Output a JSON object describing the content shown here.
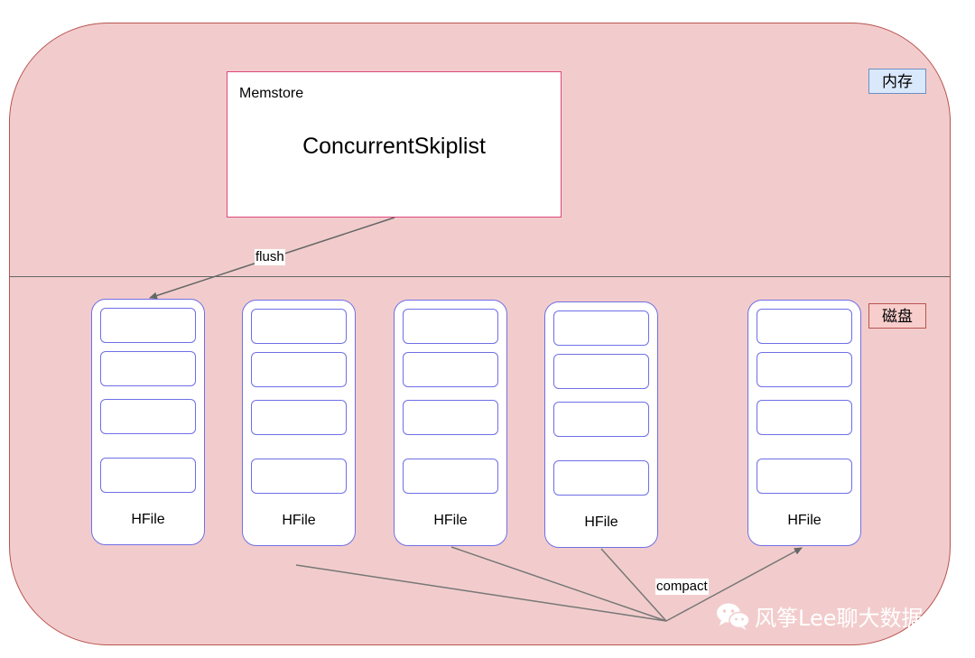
{
  "regions": {
    "memory_label": "内存",
    "disk_label": "磁盘"
  },
  "memstore": {
    "label": "Memstore",
    "structure": "ConcurrentSkiplist"
  },
  "hfiles": [
    {
      "label": "HFile"
    },
    {
      "label": "HFile"
    },
    {
      "label": "HFile"
    },
    {
      "label": "HFile"
    },
    {
      "label": "HFile"
    }
  ],
  "edges": {
    "flush": "flush",
    "compact": "compact"
  },
  "watermark": {
    "text": "风筝Lee聊大数据",
    "icon": "wechat-icon"
  },
  "colors": {
    "region_fill": "#f2cccc",
    "region_border": "#b85450",
    "hfile_border": "#6f6fe6",
    "memstore_border": "#e0457b"
  }
}
